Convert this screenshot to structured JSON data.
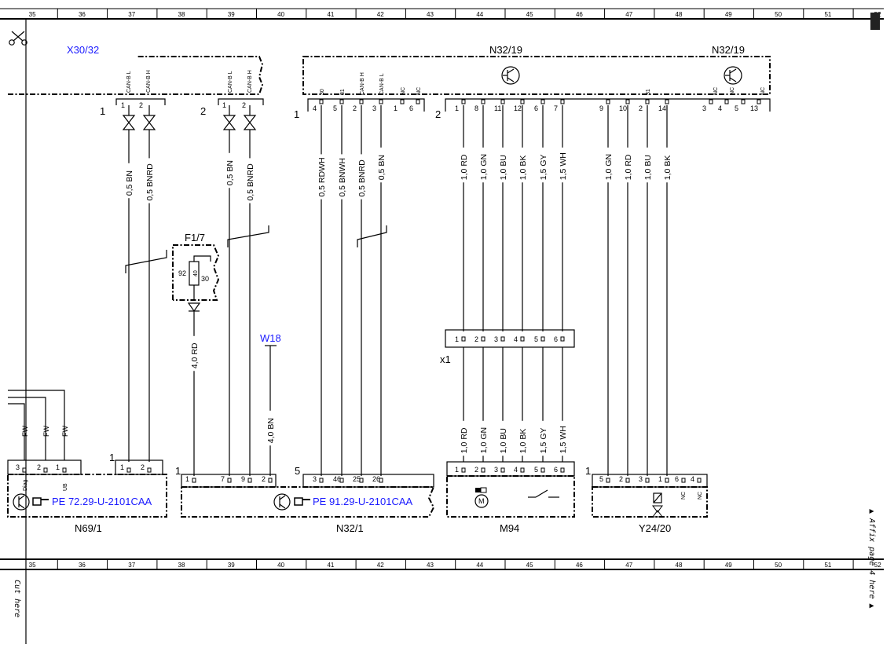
{
  "columns": [
    "35",
    "36",
    "37",
    "38",
    "39",
    "40",
    "41",
    "42",
    "43",
    "44",
    "45",
    "46",
    "47",
    "48",
    "49",
    "50",
    "51",
    "52"
  ],
  "components": {
    "x30_32": "X30/32",
    "n32_19_left": "N32/19",
    "n32_19_right": "N32/19",
    "f1_7": "F1/7",
    "w18": "W18",
    "x1": "x1",
    "n69_1": "N69/1",
    "n32_1": "N32/1",
    "m94": "M94",
    "y24_20": "Y24/20"
  },
  "references": {
    "n69_1": "PE 72.29-U-2101CAA",
    "n32_1": "PE 91.29-U-2101CAA"
  },
  "signals": {
    "can_l": "CAN-B L",
    "can_h": "CAN-B H",
    "nc": "NC",
    "t30": "30",
    "t31": "31",
    "fw": "FW",
    "diag": "Diag",
    "ub": "UB"
  },
  "wires": {
    "bn05": "0,5 BN",
    "bnrd05": "0,5 BNRD",
    "rdwh05": "0,5 RDWH",
    "bnwh05": "0,5 BNWH",
    "rd40": "4,0 RD",
    "bn40": "4,0 BN",
    "rd10": "1,0 RD",
    "gn10": "1,0 GN",
    "bu10": "1,0 BU",
    "bk10": "1,0 BK",
    "gy15": "1,5 GY",
    "wh15": "1,5 WH"
  },
  "connector_numbers": {
    "one": "1",
    "two": "2",
    "five": "5"
  },
  "fuse": {
    "n92": "92",
    "n40": "40",
    "n30": "30"
  },
  "pins": {
    "x30_a": [
      "1",
      "2"
    ],
    "x30_b": [
      "1",
      "2"
    ],
    "n32_19_c1": [
      "4",
      "5",
      "2",
      "3",
      "1",
      "6"
    ],
    "n32_19_c2": [
      "1",
      "8",
      "11",
      "12",
      "6",
      "7",
      "9",
      "10",
      "2",
      "14",
      "3",
      "4",
      "5",
      "13"
    ],
    "x1": [
      "1",
      "2",
      "3",
      "4",
      "5",
      "6"
    ],
    "n69_1": [
      "3",
      "2",
      "1"
    ],
    "n69_1_b": [
      "1",
      "2"
    ],
    "n32_1": [
      "1",
      "7",
      "9",
      "2"
    ],
    "n32_1_b": [
      "3",
      "46",
      "25",
      "26"
    ],
    "m94": [
      "1",
      "2",
      "3",
      "4",
      "5",
      "6"
    ],
    "y24_20": [
      "5",
      "2",
      "3",
      "1",
      "6",
      "4"
    ]
  },
  "margin_notes": {
    "cut_here": "Cut here",
    "affix": "▲ Affix page 4 here ▲"
  }
}
